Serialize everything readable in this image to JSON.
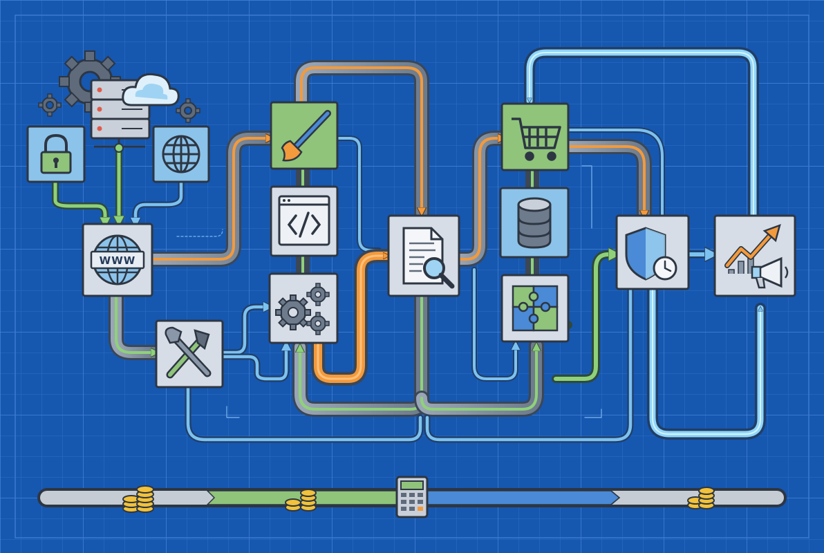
{
  "nodes": {
    "website": {
      "label": "WWW"
    }
  },
  "colors": {
    "background": "#1657b0",
    "grid": "#3a7bd0",
    "green_flow": "#8fd17a",
    "orange_flow": "#f39a3c",
    "blue_flow": "#7cc2f0",
    "steel_flow": "#5f6f82",
    "node_fill": "#d7dde6",
    "node_green": "#8fc47a",
    "node_blue": "#8cc3ea",
    "coin": "#f2c23a"
  },
  "icons": [
    "lock-icon",
    "server-icon",
    "cloud-icon",
    "gear-icon",
    "globe-icon",
    "website-icon",
    "tools-icon",
    "paintbrush-icon",
    "code-icon",
    "settings-gears-icon",
    "document-search-icon",
    "shopping-cart-icon",
    "database-icon",
    "puzzle-icon",
    "security-shield-icon",
    "growth-chart-icon",
    "megaphone-icon",
    "calculator-icon",
    "coin-stack-icon"
  ],
  "timeline": {
    "segments": [
      "gray",
      "green",
      "blue",
      "gray"
    ]
  }
}
